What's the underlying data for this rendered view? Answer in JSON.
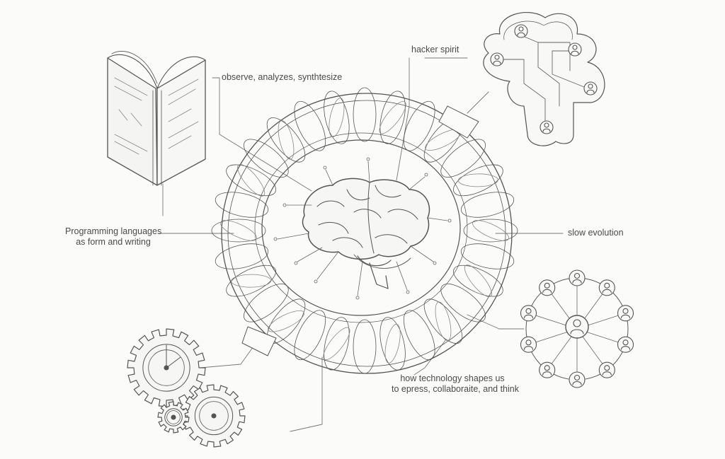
{
  "labels": {
    "observe": "observe, analyzes, synthtesize",
    "hacker": "hacker spirit",
    "programming_line1": "Programming languages",
    "programming_line2": "as form and writing",
    "evolution": "slow evolution",
    "technology_line1": "how technology shapes us",
    "technology_line2": "to epress, collaboraite, and think"
  },
  "icons": {
    "book": "open-book-icon",
    "brain": "brain-icon",
    "cloud": "cloud-network-icon",
    "network": "people-network-icon",
    "gears": "gears-icon"
  },
  "colors": {
    "background": "#fbfbfa",
    "line": "#555555",
    "text": "#4a4a4a"
  }
}
